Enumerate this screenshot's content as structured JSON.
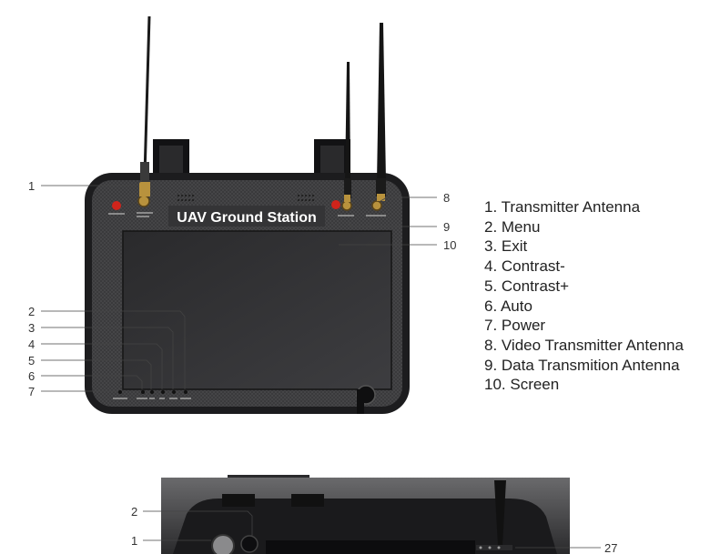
{
  "device": {
    "title": "UAV Ground Station"
  },
  "callouts_top": [
    "1",
    "2",
    "3",
    "4",
    "5",
    "6",
    "7",
    "8",
    "9",
    "10"
  ],
  "callouts_bottom": [
    "2",
    "1",
    "27"
  ],
  "legend": [
    "1. Transmitter Antenna",
    "2. Menu",
    "3. Exit",
    "4. Contrast-",
    "5. Contrast+",
    "6. Auto",
    "7. Power",
    "8. Video Transmitter Antenna",
    "9. Data Transmition Antenna",
    "10. Screen"
  ],
  "colors": {
    "case": "#1c1c1e",
    "panel": "#3a3a3c",
    "screen": "#2b2b2d",
    "button_red": "#d0241b",
    "leader": "#444444"
  }
}
